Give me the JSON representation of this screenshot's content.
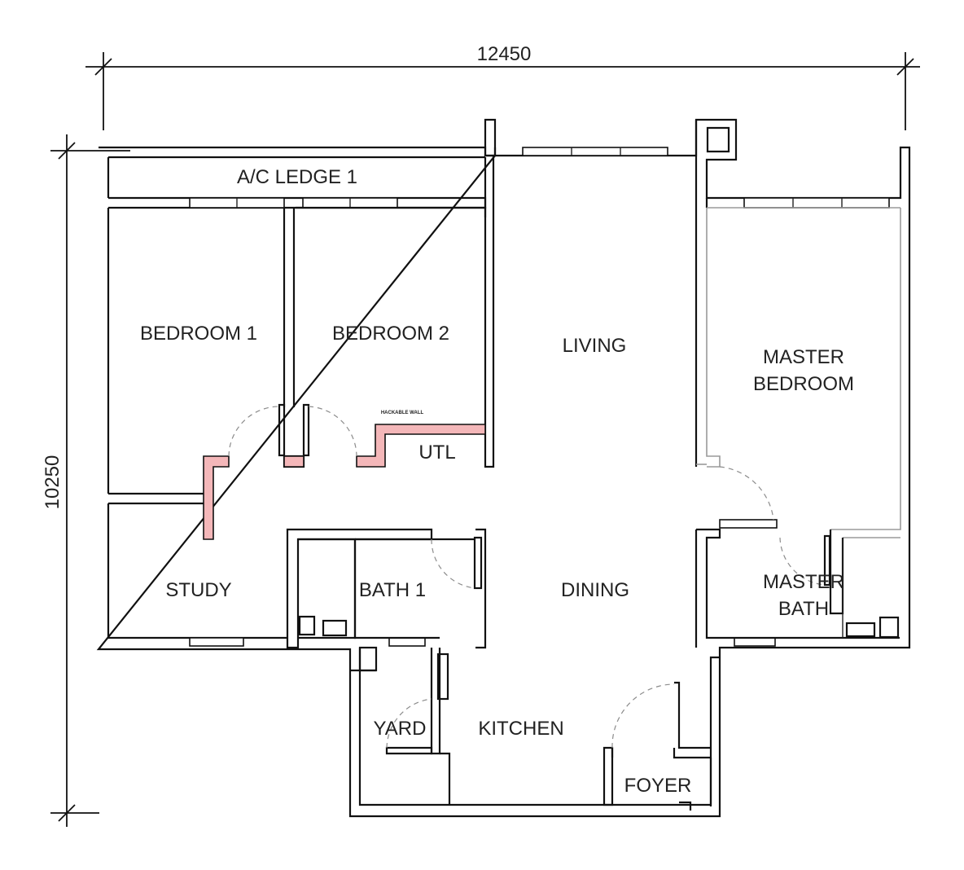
{
  "dimensions": {
    "width_label": "12450",
    "height_label": "10250"
  },
  "rooms": {
    "ac_ledge": "A/C LEDGE 1",
    "bedroom_1": "BEDROOM 1",
    "bedroom_2": "BEDROOM 2",
    "living": "LIVING",
    "master_bedroom_line1": "MASTER",
    "master_bedroom_line2": "BEDROOM",
    "utl": "UTL",
    "study": "STUDY",
    "bath_1": "BATH 1",
    "dining": "DINING",
    "master_bath_line1": "MASTER",
    "master_bath_line2": "BATH",
    "yard": "YARD",
    "kitchen": "KITCHEN",
    "foyer": "FOYER"
  },
  "notes": {
    "hackable_wall": "HACKABLE WALL"
  },
  "colors": {
    "hackable_wall_fill": "#f4b7b9",
    "wall_stroke": "#111111",
    "glass_partition": "#9a9a9a"
  }
}
